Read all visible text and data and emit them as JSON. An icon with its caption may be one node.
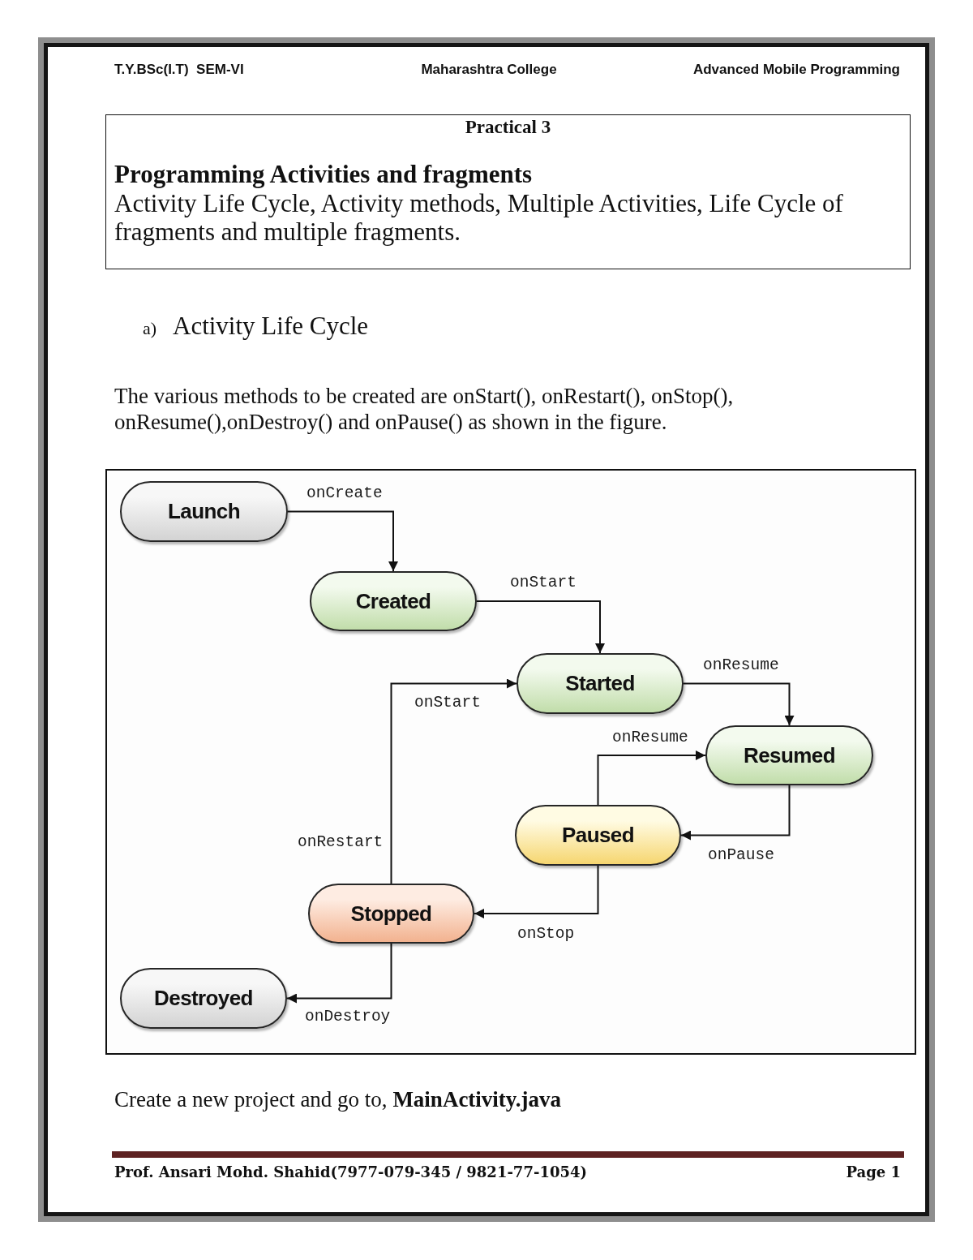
{
  "diagram": {
    "nodes": [
      {
        "text": [
          "Practical 3",
          "Programming Activities and fragments",
          "Activity Life Cycle, Activity methods, Multiple Activities, Life Cycle of fragments and multiple fragments."
        ]
      },
      {
        "text": [
          "Launch"
        ]
      },
      {
        "text": [
          "Created"
        ]
      },
      {
        "text": [
          "Started"
        ]
      },
      {
        "text": [
          "Resumed"
        ]
      },
      {
        "text": [
          "Paused"
        ]
      },
      {
        "text": [
          "Stopped"
        ]
      },
      {
        "text": [
          "Destroyed"
        ]
      }
    ],
    "edges": [
      {
        "from": 1,
        "to": 2,
        "arrow": "to",
        "label": "onCreate"
      },
      {
        "from": 2,
        "to": 3,
        "arrow": "to",
        "label": "onStart"
      },
      {
        "from": 3,
        "to": 4,
        "arrow": "to",
        "label": "onResume"
      },
      {
        "from": 5,
        "to": 4,
        "arrow": "to",
        "label": "onResume"
      },
      {
        "from": 4,
        "to": 5,
        "arrow": "to",
        "label": "onPause"
      },
      {
        "from": 5,
        "to": 6,
        "arrow": "to",
        "label": "onStop"
      },
      {
        "from": 6,
        "to": 3,
        "arrow": "to",
        "label": "onRestart"
      },
      {
        "from": 6,
        "to": 7,
        "arrow": "to",
        "label": "onDestroy"
      }
    ],
    "labels": [
      "T.Y.BSc(I.T)  SEM-VI",
      "Maharashtra College",
      "Advanced Mobile Programming",
      "a)",
      "Activity Life Cycle",
      "The various methods to be created are onStart(), onRestart(), onStop(), onResume(),onDestroy() and onPause() as shown in the figure.",
      "onStart",
      "Create a new project and go to, **MainActivity.java**",
      "Prof. Ansari Mohd. Shahid(7977-079-345 / 9821-77-1054)",
      "Page 1"
    ]
  }
}
